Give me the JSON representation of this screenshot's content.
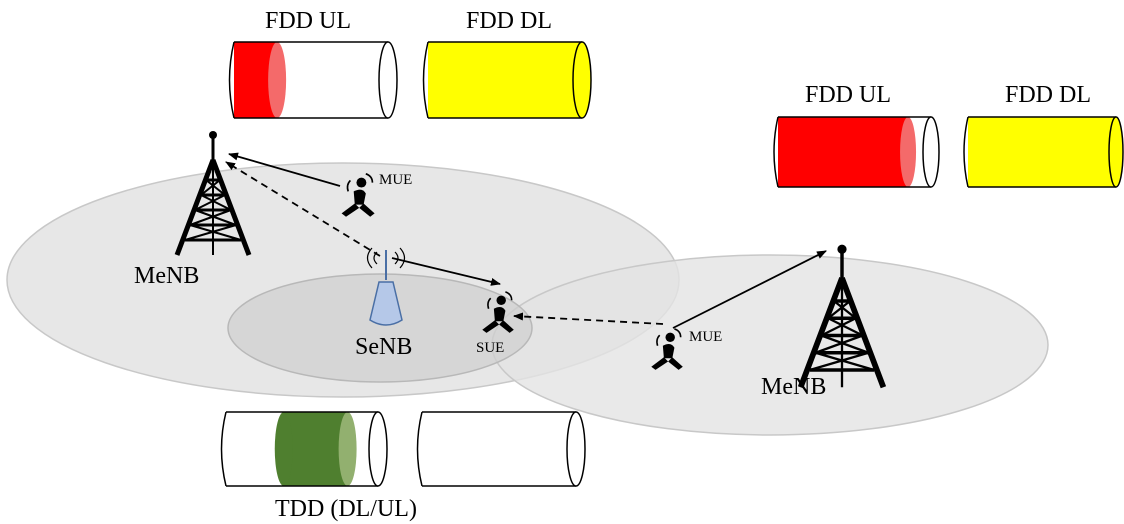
{
  "labels": {
    "fdd_ul_left": "FDD UL",
    "fdd_dl_left": "FDD DL",
    "fdd_ul_right": "FDD UL",
    "fdd_dl_right": "FDD DL",
    "tdd": "TDD (DL/UL)",
    "menb_left": "MeNB",
    "menb_right": "MeNB",
    "senb": "SeNB",
    "sue": "SUE",
    "mue_left": "MUE",
    "mue_right": "MUE"
  },
  "channels": {
    "fdd_ul_left_fill": 0.28,
    "fdd_dl_left_fill": 1.0,
    "fdd_ul_right_fill": 0.85,
    "fdd_dl_right_fill": 1.0,
    "tdd_left_fill_start": 0.38,
    "tdd_left_fill_end": 0.8,
    "tdd_right_fill": 0.0
  },
  "colors": {
    "ul": "#ff0000",
    "ul_end": "#f46a6a",
    "dl": "#ffff00",
    "tdd": "#4f7f2f",
    "tdd_end": "#92b06f",
    "cell": "#e3e3e3",
    "small_cell": "#d3d3d3"
  }
}
